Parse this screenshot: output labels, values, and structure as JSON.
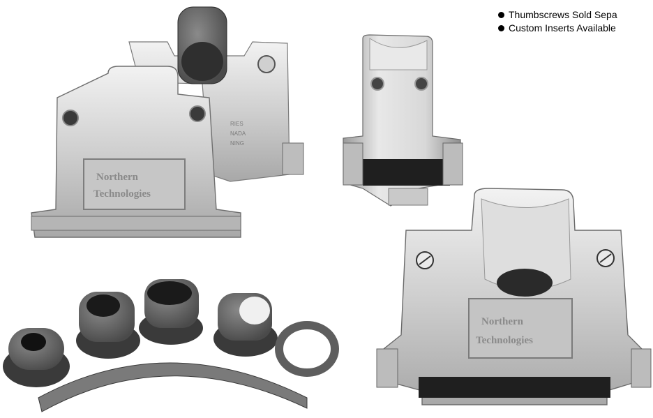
{
  "notes": [
    "Thumbscrews Sold Sepa",
    "Custom Inserts Available"
  ],
  "engravings": {
    "hood_large_left": [
      "Northern",
      "Technologies"
    ],
    "hood_large_right": [
      "Northern",
      "Technologies"
    ],
    "side_plate": [
      "RIES",
      "NADA",
      "NING"
    ]
  },
  "icons": [
    "bullet-icon",
    "hex-screw-icon",
    "slotted-screw-icon"
  ],
  "colors": {
    "background": "#ffffff",
    "metal_light": "#e6e6e6",
    "metal_mid": "#bdbdbd",
    "metal_dark": "#5a5a5a",
    "rubber": "#6e6e6e",
    "rubber_dark": "#2b2b2b"
  }
}
